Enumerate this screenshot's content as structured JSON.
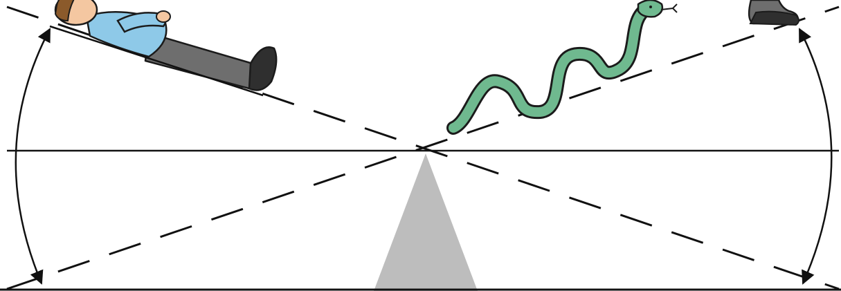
{
  "figure": {
    "kind": "seesaw-angle-illustration",
    "elements": [
      "horizontal-reference-line",
      "tilted-beam-left-up",
      "tilted-beam-right-up",
      "fulcrum-triangle",
      "person-lying",
      "snake",
      "left-angle-arrow",
      "right-angle-arrow",
      "floor-line"
    ],
    "figures": [
      {
        "id": "person",
        "icon": "person-lying-icon",
        "colors": {
          "shirt": "#8EC9E8",
          "pants": "#6E6E6E",
          "skin": "#F4C7A1",
          "hair": "#8B5A2B",
          "shoe": "#2F2F2F"
        }
      },
      {
        "id": "snake",
        "icon": "snake-icon",
        "colors": {
          "body": "#6FB98F",
          "outline": "#1B1B1B"
        }
      }
    ]
  },
  "colors": {
    "line": "#111111",
    "fulcrum": "#BDBDBD",
    "background": "#FFFFFF"
  },
  "line_styles": {
    "reference": "solid",
    "beams": "dashed"
  }
}
